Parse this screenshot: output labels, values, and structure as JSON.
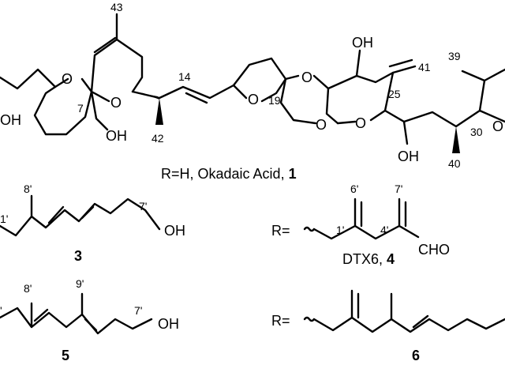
{
  "atom_labels": {
    "oh_left": "OH",
    "o_ring_a": "O",
    "o_ring_b": "O",
    "oh_7": "OH",
    "o_thf": "O",
    "o_spiro_19": "O",
    "o_pyran_top": "O",
    "o_pyran_bottom": "O",
    "oh_top": "OH",
    "oh_bottom": "OH",
    "o_right": "O",
    "oh_3": "OH",
    "oh_5": "OH",
    "cho_4": "CHO"
  },
  "position_numbers": {
    "n43": "43",
    "n7": "7",
    "n14": "14",
    "n42": "42",
    "n19": "19",
    "n25": "25",
    "n41": "41",
    "n39": "39",
    "n30": "30",
    "n40": "40",
    "c3_8p": "8'",
    "c3_1p": "1'",
    "c3_7p": "7'",
    "c4_6p": "6'",
    "c4_7p": "7'",
    "c4_1p": "1'",
    "c4_4p": "4'",
    "c5_8p": "8'",
    "c5_9p": "9'",
    "c5_1p": "'",
    "c5_7p": "7'"
  },
  "captions": {
    "main_caption": "R=H, Okadaic Acid, ",
    "main_number": "1",
    "r_prefix_4": "R=",
    "r_prefix_6": "R=",
    "compound_3": "3",
    "compound_4_name": "DTX6, ",
    "compound_4_number": "4",
    "compound_5": "5",
    "compound_6": "6"
  }
}
